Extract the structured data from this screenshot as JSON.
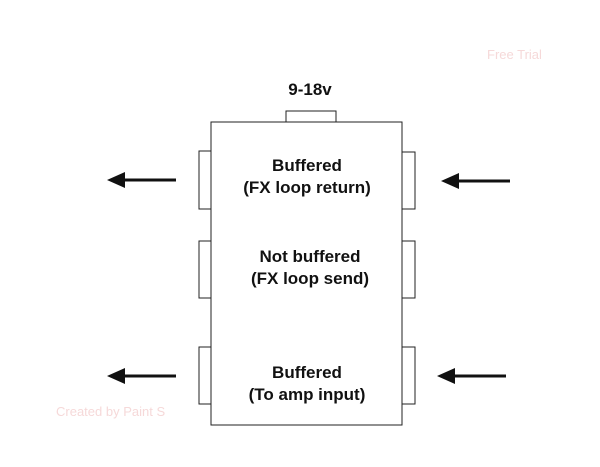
{
  "watermarks": {
    "top": "Free Trial",
    "bottom": "Created by Paint S"
  },
  "power_jack": {
    "label": "9-18v"
  },
  "sections": [
    {
      "line1": "Buffered",
      "line2": "(FX loop return)"
    },
    {
      "line1": "Not buffered",
      "line2": "(FX loop send)"
    },
    {
      "line1": "Buffered",
      "line2": "(To amp input)"
    }
  ],
  "colors": {
    "stroke": "#111111",
    "watermark": "#f6d9d9",
    "background": "#ffffff"
  }
}
